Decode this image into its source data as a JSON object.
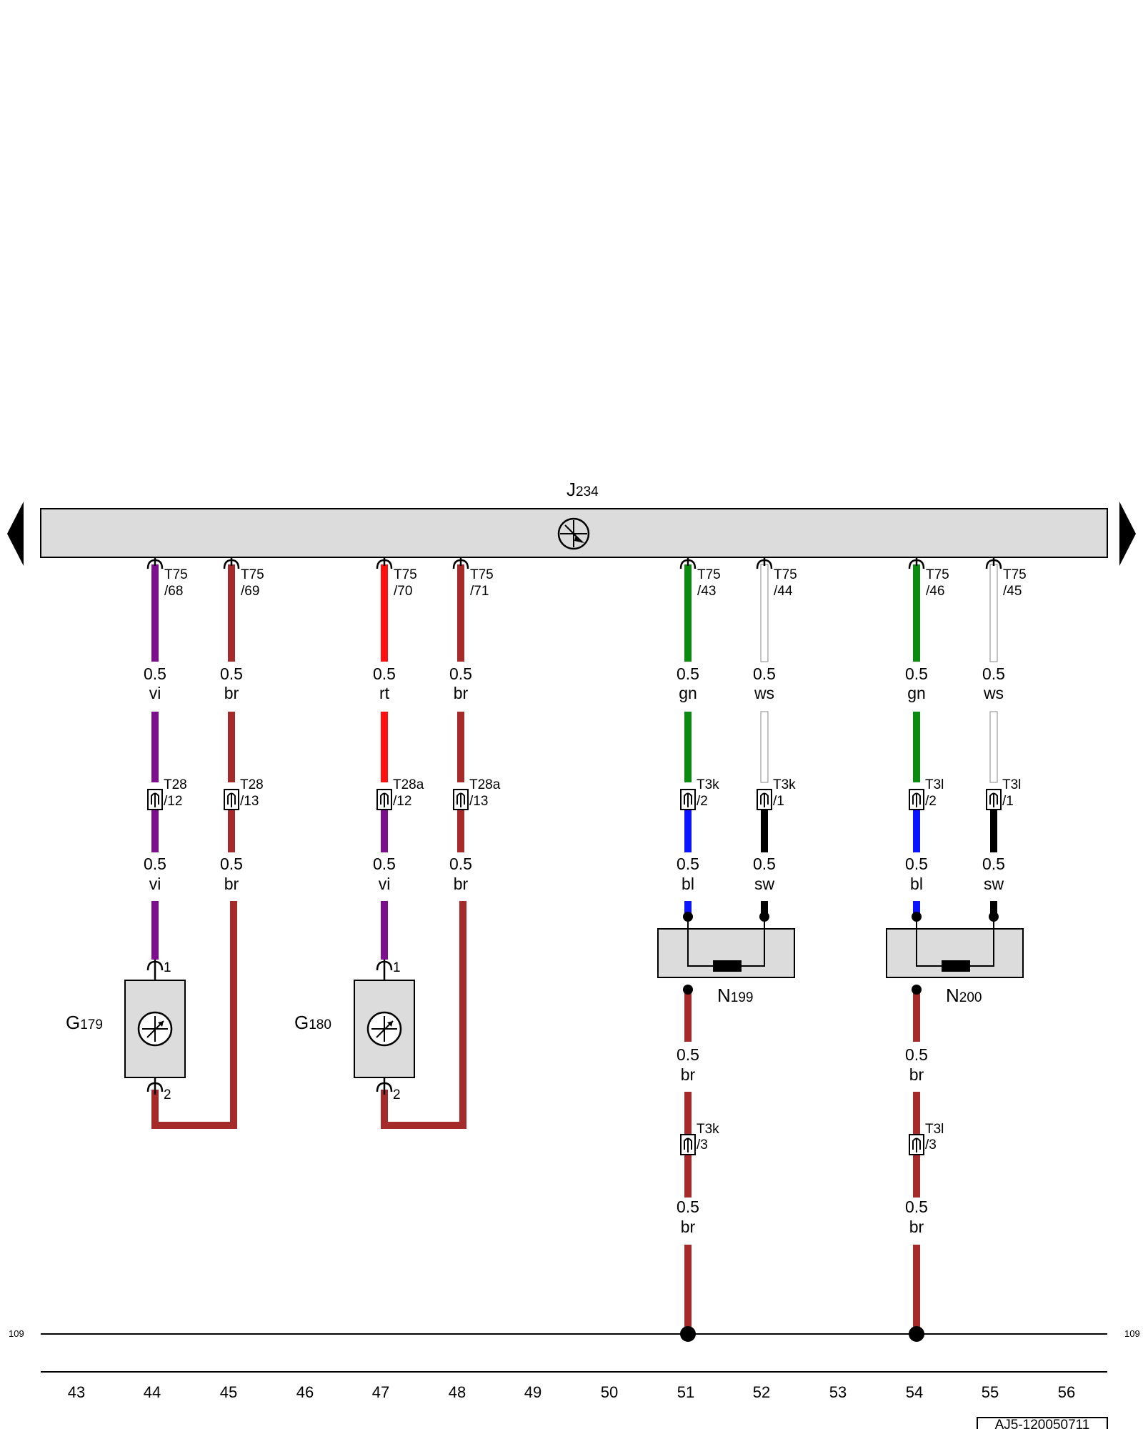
{
  "control_unit": {
    "name": "J",
    "sub": "234"
  },
  "components": {
    "g179": {
      "name": "G",
      "sub": "179",
      "pin_top": "1",
      "pin_bottom": "2"
    },
    "g180": {
      "name": "G",
      "sub": "180",
      "pin_top": "1",
      "pin_bottom": "2"
    },
    "n199": {
      "name": "N",
      "sub": "199"
    },
    "n200": {
      "name": "N",
      "sub": "200"
    }
  },
  "j234_pins": [
    {
      "connector": "T75",
      "pin": "/68"
    },
    {
      "connector": "T75",
      "pin": "/69"
    },
    {
      "connector": "T75",
      "pin": "/70"
    },
    {
      "connector": "T75",
      "pin": "/71"
    },
    {
      "connector": "T75",
      "pin": "/43"
    },
    {
      "connector": "T75",
      "pin": "/44"
    },
    {
      "connector": "T75",
      "pin": "/46"
    },
    {
      "connector": "T75",
      "pin": "/45"
    }
  ],
  "upper_wires": [
    {
      "size": "0.5",
      "color": "vi"
    },
    {
      "size": "0.5",
      "color": "br"
    },
    {
      "size": "0.5",
      "color": "rt"
    },
    {
      "size": "0.5",
      "color": "br"
    },
    {
      "size": "0.5",
      "color": "gn"
    },
    {
      "size": "0.5",
      "color": "ws"
    },
    {
      "size": "0.5",
      "color": "gn"
    },
    {
      "size": "0.5",
      "color": "ws"
    }
  ],
  "mid_connectors": [
    {
      "connector": "T28",
      "pin": "/12"
    },
    {
      "connector": "T28",
      "pin": "/13"
    },
    {
      "connector": "T28a",
      "pin": "/12"
    },
    {
      "connector": "T28a",
      "pin": "/13"
    },
    {
      "connector": "T3k",
      "pin": "/2"
    },
    {
      "connector": "T3k",
      "pin": "/1"
    },
    {
      "connector": "T3l",
      "pin": "/2"
    },
    {
      "connector": "T3l",
      "pin": "/1"
    }
  ],
  "lower_wires": [
    {
      "size": "0.5",
      "color": "vi"
    },
    {
      "size": "0.5",
      "color": "br"
    },
    {
      "size": "0.5",
      "color": "vi"
    },
    {
      "size": "0.5",
      "color": "br"
    },
    {
      "size": "0.5",
      "color": "bl"
    },
    {
      "size": "0.5",
      "color": "sw"
    },
    {
      "size": "0.5",
      "color": "bl"
    },
    {
      "size": "0.5",
      "color": "sw"
    }
  ],
  "ground_wires": [
    {
      "wire1": {
        "size": "0.5",
        "color": "br"
      },
      "connector": {
        "connector": "T3k",
        "pin": "/3"
      },
      "wire2": {
        "size": "0.5",
        "color": "br"
      }
    },
    {
      "wire1": {
        "size": "0.5",
        "color": "br"
      },
      "connector": {
        "connector": "T3l",
        "pin": "/3"
      },
      "wire2": {
        "size": "0.5",
        "color": "br"
      }
    }
  ],
  "ground_line": {
    "left_label": "109",
    "right_label": "109"
  },
  "column_numbers": [
    "43",
    "44",
    "45",
    "46",
    "47",
    "48",
    "49",
    "50",
    "51",
    "52",
    "53",
    "54",
    "55",
    "56"
  ],
  "doc_ref": "AJ5-120050711",
  "wire_colors": {
    "vi": "#7b0f8c",
    "br": "#a52a2a",
    "rt": "#ff1010",
    "gn": "#0a8a10",
    "ws": "#ffffff",
    "bl": "#0a14ff",
    "sw": "#000000"
  }
}
